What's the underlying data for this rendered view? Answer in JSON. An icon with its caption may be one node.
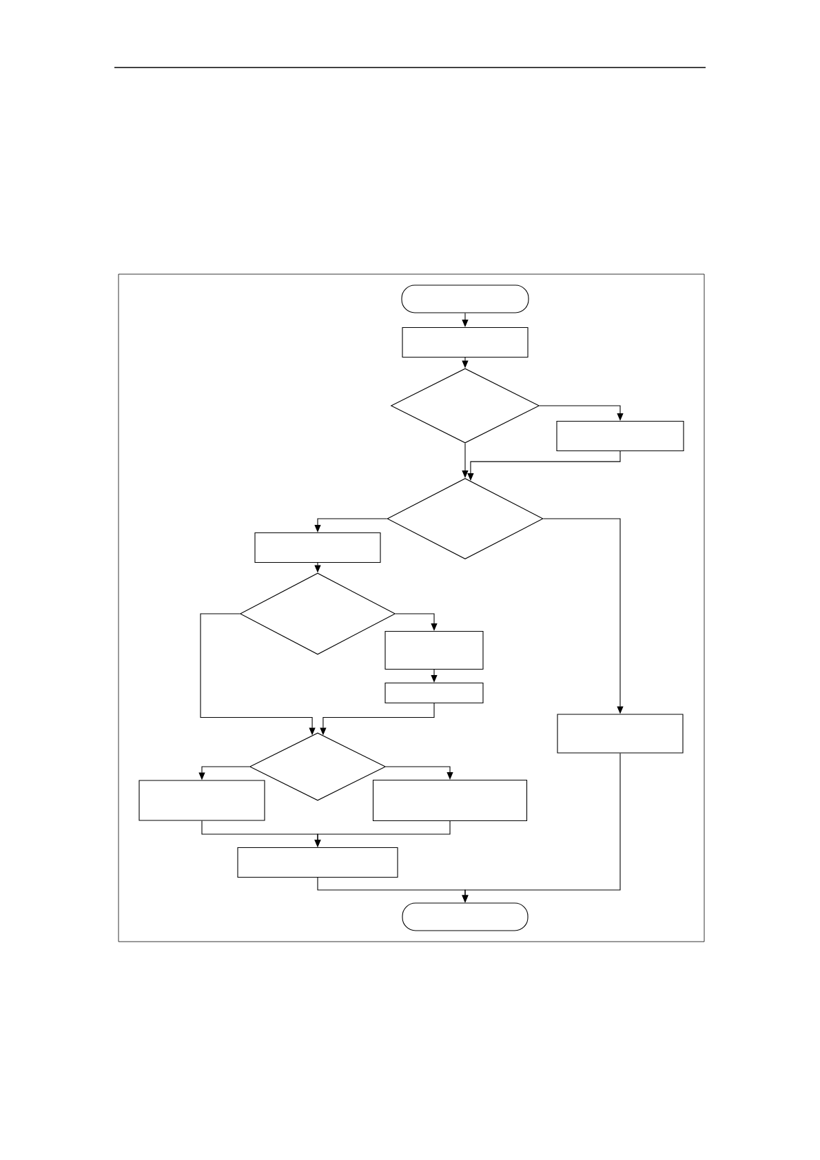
{
  "diagram": {
    "nodes": [
      {
        "text": [],
        "shape": "terminal"
      },
      {
        "text": [],
        "shape": "box"
      },
      {
        "text": [],
        "shape": "diamond"
      },
      {
        "text": [],
        "shape": "box"
      },
      {
        "text": [],
        "shape": "diamond"
      },
      {
        "text": [],
        "shape": "box"
      },
      {
        "text": [],
        "shape": "diamond"
      },
      {
        "text": [],
        "shape": "box"
      },
      {
        "text": [],
        "shape": "box"
      },
      {
        "text": [],
        "shape": "diamond"
      },
      {
        "text": [],
        "shape": "box"
      },
      {
        "text": [],
        "shape": "box"
      },
      {
        "text": [],
        "shape": "box"
      },
      {
        "text": [],
        "shape": "box"
      },
      {
        "text": [],
        "shape": "terminal"
      }
    ],
    "edges": [
      {
        "from": 0,
        "to": 1,
        "arrow": "to"
      },
      {
        "from": 1,
        "to": 2,
        "arrow": "to"
      },
      {
        "from": 2,
        "to": 3,
        "arrow": "to"
      },
      {
        "from": 2,
        "to": 4,
        "arrow": "to"
      },
      {
        "from": 3,
        "to": 4,
        "arrow": "to"
      },
      {
        "from": 4,
        "to": 5,
        "arrow": "to"
      },
      {
        "from": 4,
        "to": 13,
        "arrow": "to"
      },
      {
        "from": 5,
        "to": 6,
        "arrow": "to"
      },
      {
        "from": 6,
        "to": 7,
        "arrow": "to"
      },
      {
        "from": 7,
        "to": 8,
        "arrow": "to"
      },
      {
        "from": 6,
        "to": 9,
        "arrow": "to"
      },
      {
        "from": 8,
        "to": 9,
        "arrow": "to"
      },
      {
        "from": 9,
        "to": 10,
        "arrow": "to"
      },
      {
        "from": 9,
        "to": 11,
        "arrow": "to"
      },
      {
        "from": 10,
        "to": 12,
        "arrow": "to"
      },
      {
        "from": 11,
        "to": 12,
        "arrow": "to"
      },
      {
        "from": 12,
        "to": 14,
        "arrow": "to"
      },
      {
        "from": 13,
        "to": 14,
        "arrow": "to"
      }
    ]
  }
}
